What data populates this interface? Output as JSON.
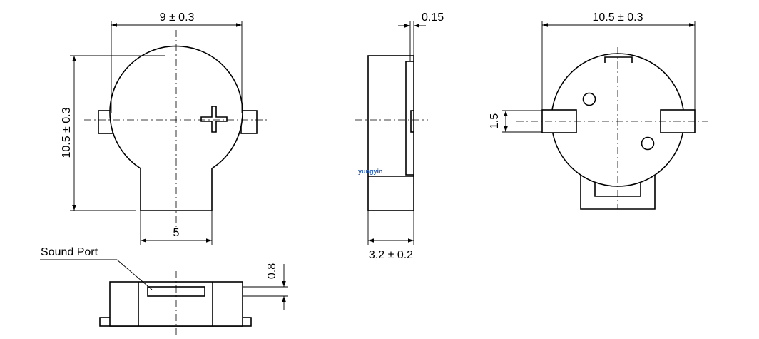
{
  "dimensions": {
    "top_width": "9 ± 0.3",
    "height": "10.5 ± 0.3",
    "base_width": "5",
    "side_plate": "0.15",
    "side_thickness": "3.2 ± 0.2",
    "back_width": "10.5 ± 0.3",
    "pin_height": "1.5",
    "port_height": "0.8"
  },
  "labels": {
    "sound_port": "Sound Port",
    "watermark": "yungyin"
  },
  "colors": {
    "line": "#000000",
    "watermark": "#2a5db0"
  }
}
